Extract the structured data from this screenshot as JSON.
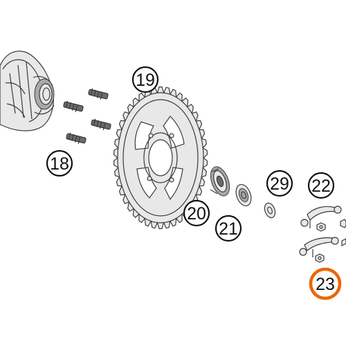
{
  "diagram": {
    "callouts": [
      {
        "id": "c19",
        "label": "19",
        "highlighted": false
      },
      {
        "id": "c18",
        "label": "18",
        "highlighted": false
      },
      {
        "id": "c29",
        "label": "29",
        "highlighted": false
      },
      {
        "id": "c22",
        "label": "22",
        "highlighted": false
      },
      {
        "id": "c20",
        "label": "20",
        "highlighted": false
      },
      {
        "id": "c21",
        "label": "21",
        "highlighted": false
      },
      {
        "id": "c23",
        "label": "23",
        "highlighted": true
      }
    ],
    "highlight_color": "#ec6608",
    "line_color": "#3a3a3a"
  }
}
